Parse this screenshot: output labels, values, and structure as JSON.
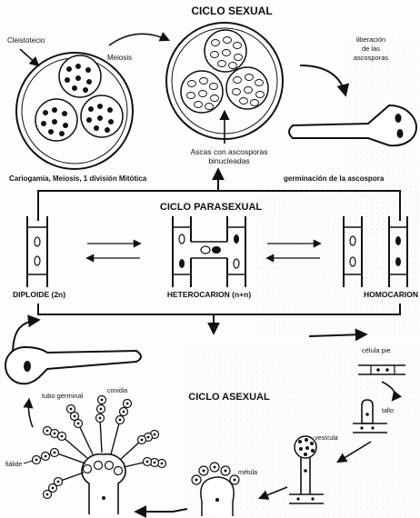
{
  "sexual": {
    "title": "CICLO SEXUAL",
    "cleistotecio": "Cleistotecio",
    "meiosis": "Meiosis",
    "liberacion": [
      "liberación",
      "de las",
      "ascosporas"
    ],
    "ascas": [
      "Ascas con ascosporas",
      "binucleadas"
    ],
    "cariogamia": "Cariogamia, Meiosis, 1 división Mitótica",
    "germinacion": "germinación de la ascospora"
  },
  "parasexual": {
    "title": "CICLO PARASEXUAL",
    "diploide": "DIPLOIDE (2n)",
    "heterocarion": "HETEROCARION (n+n)",
    "homocarion": "HOMOCARION (n)"
  },
  "asexual": {
    "title": "CICLO ASEXUAL",
    "celula_pie": "célula pie",
    "tallo": "tallo",
    "vesicula": "vesícula",
    "metula": "métula",
    "fialide": "fiálide",
    "conidia": "conidia",
    "tubo_germinal": "tubo germinal"
  },
  "colors": {
    "ink": "#111111",
    "paper": "#fdfdfb"
  }
}
